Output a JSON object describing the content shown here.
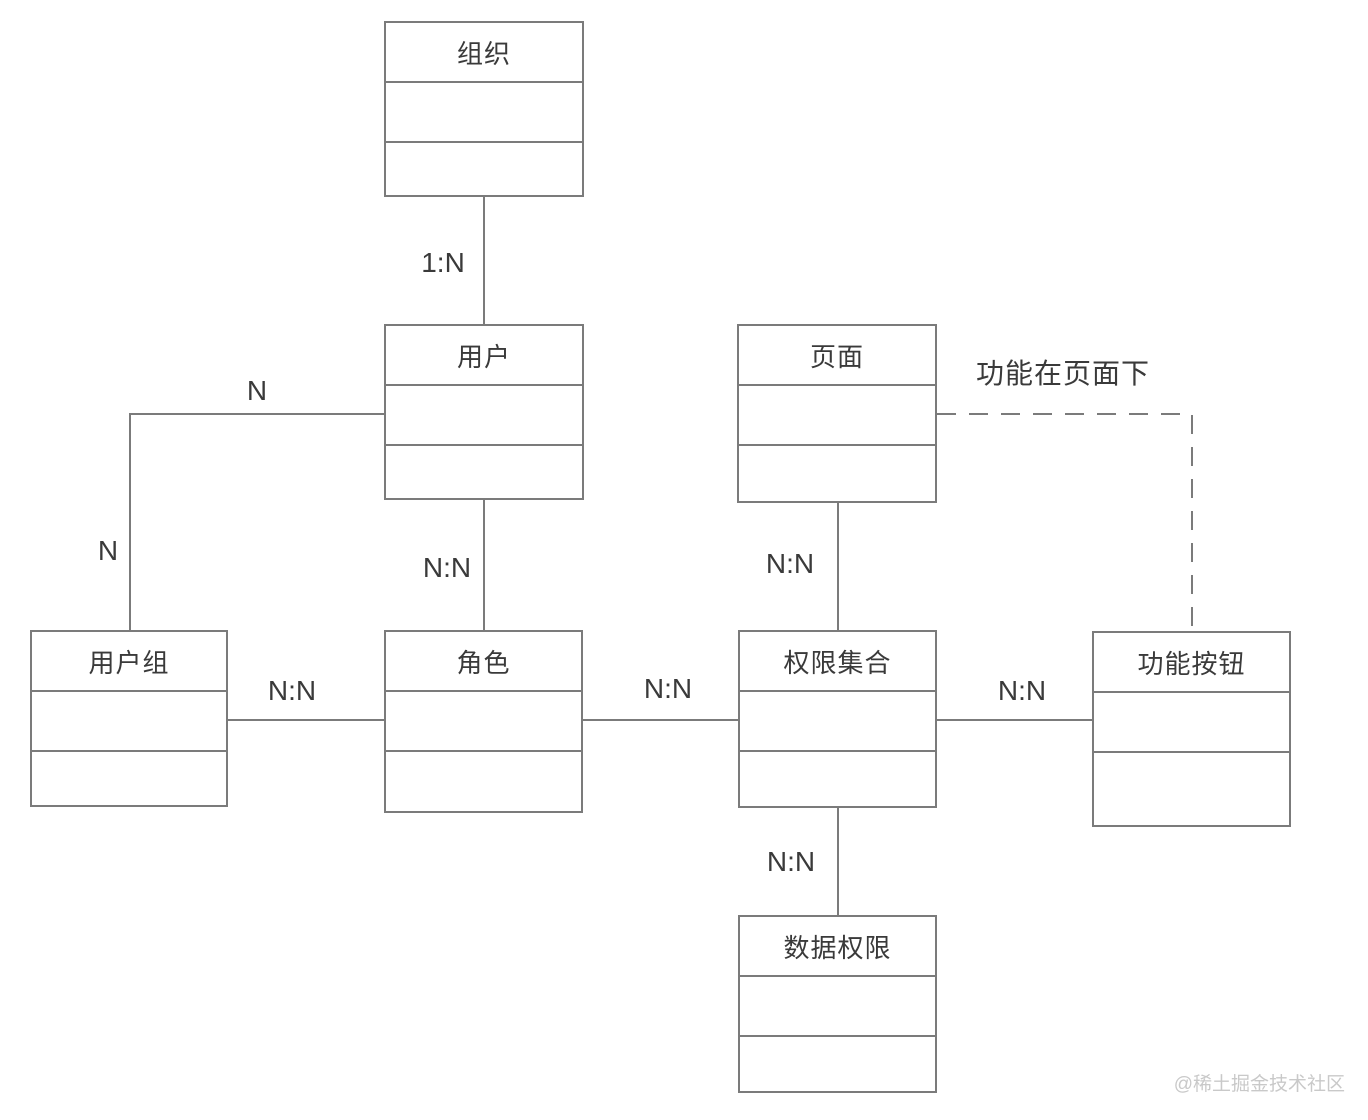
{
  "entities": {
    "org": "组织",
    "user": "用户",
    "page": "页面",
    "user_group": "用户组",
    "role": "角色",
    "perm_set": "权限集合",
    "func_btn": "功能按钮",
    "data_perm": "数据权限"
  },
  "relations": {
    "org_user": "1:N",
    "user_usergroup_h": "N",
    "user_usergroup_v": "N",
    "user_role": "N:N",
    "usergroup_role": "N:N",
    "role_permset": "N:N",
    "page_permset": "N:N",
    "permset_funcbtn": "N:N",
    "permset_dataperm": "N:N"
  },
  "note": "功能在页面下",
  "watermark": "@稀土掘金技术社区",
  "colors": {
    "line": "#7b7b7b",
    "text": "#3a3a3a",
    "watermark": "#c9c9c9",
    "background": "#ffffff"
  }
}
